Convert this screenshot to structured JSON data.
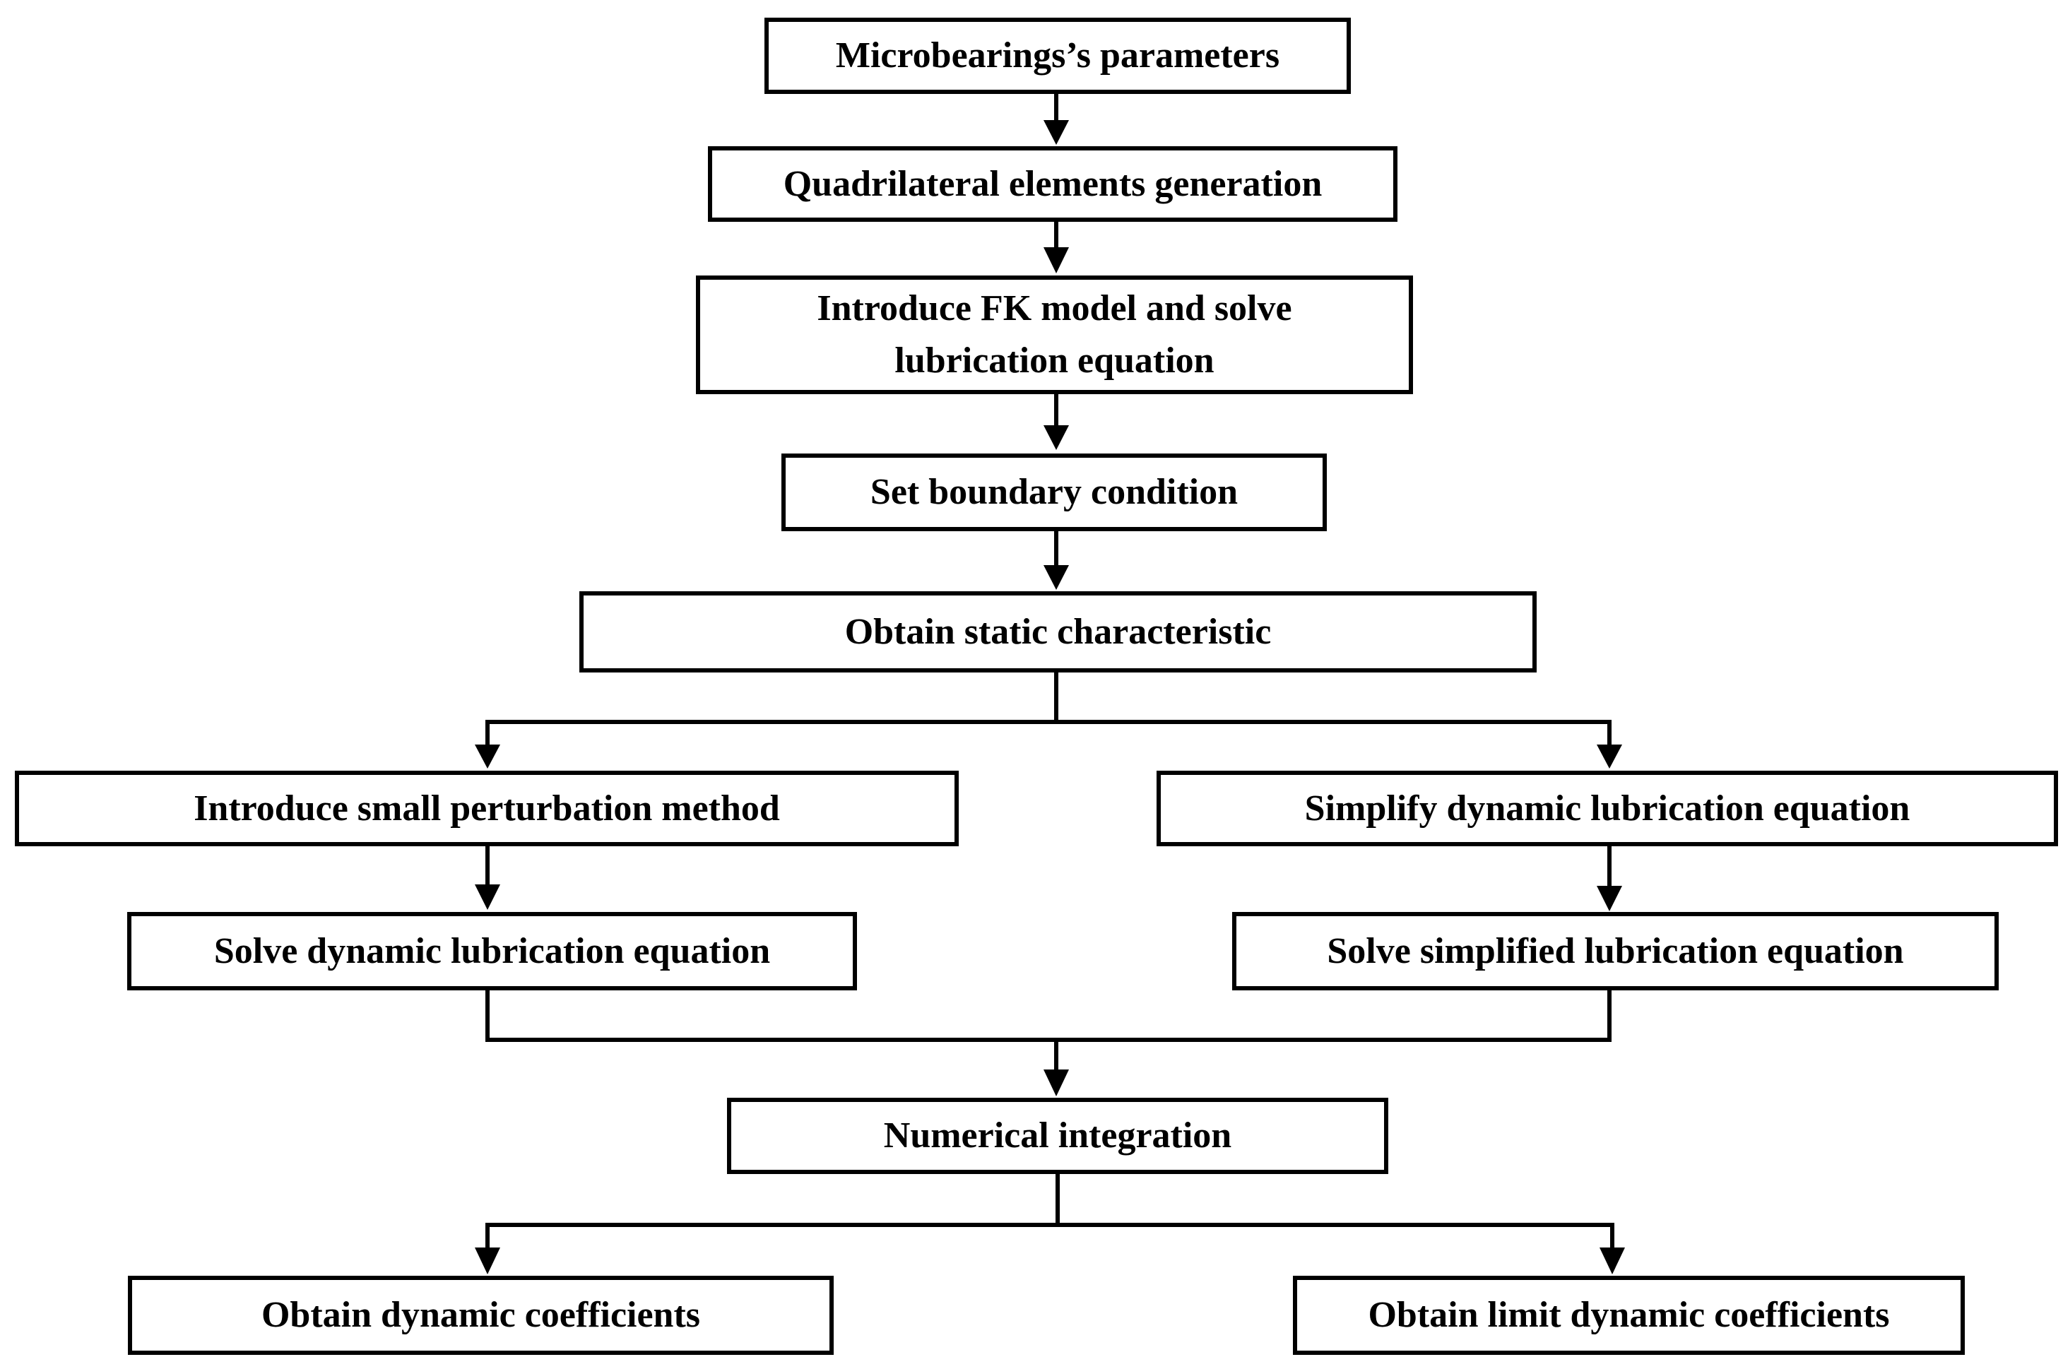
{
  "nodes": {
    "parameters": "Microbearings’s parameters",
    "quad_elements": "Quadrilateral elements generation",
    "fk_model": "Introduce FK model and solve lubrication equation",
    "boundary": "Set boundary condition",
    "static": "Obtain static characteristic",
    "perturbation": "Introduce small perturbation method",
    "simplify": "Simplify dynamic lubrication equation",
    "solve_dynamic": "Solve dynamic lubrication equation",
    "solve_simplified": "Solve simplified lubrication equation",
    "integration": "Numerical integration",
    "dyn_coeff": "Obtain dynamic coefficients",
    "limit_coeff": "Obtain limit dynamic coefficients"
  }
}
